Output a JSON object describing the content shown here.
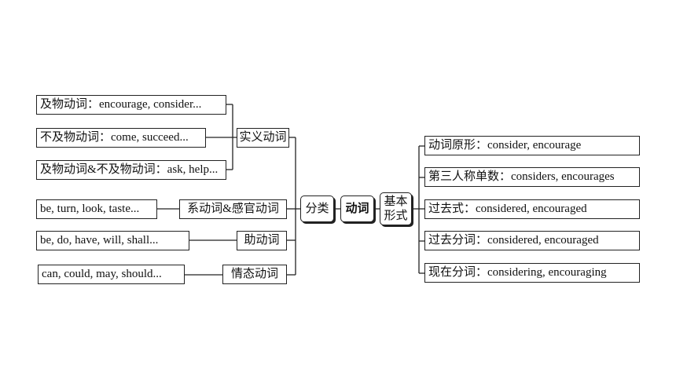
{
  "root": "动词",
  "left_branch": {
    "label": "分类",
    "groups": [
      {
        "label": "实义动词",
        "items": [
          "及物动词：encourage, consider...",
          "不及物动词：come, succeed...",
          "及物动词&不及物动词：ask, help..."
        ]
      },
      {
        "label": "系动词&感官动词",
        "example": "be, turn, look, taste..."
      },
      {
        "label": "助动词",
        "example": "be, do, have, will, shall..."
      },
      {
        "label": "情态动词",
        "example": "can, could, may, should..."
      }
    ]
  },
  "right_branch": {
    "label_line1": "基本",
    "label_line2": "形式",
    "items": [
      "动词原形：consider, encourage",
      "第三人称单数：considers, encourages",
      "过去式：considered, encouraged",
      "过去分词：considered, encouraged",
      "现在分词：considering, encouraging"
    ]
  }
}
